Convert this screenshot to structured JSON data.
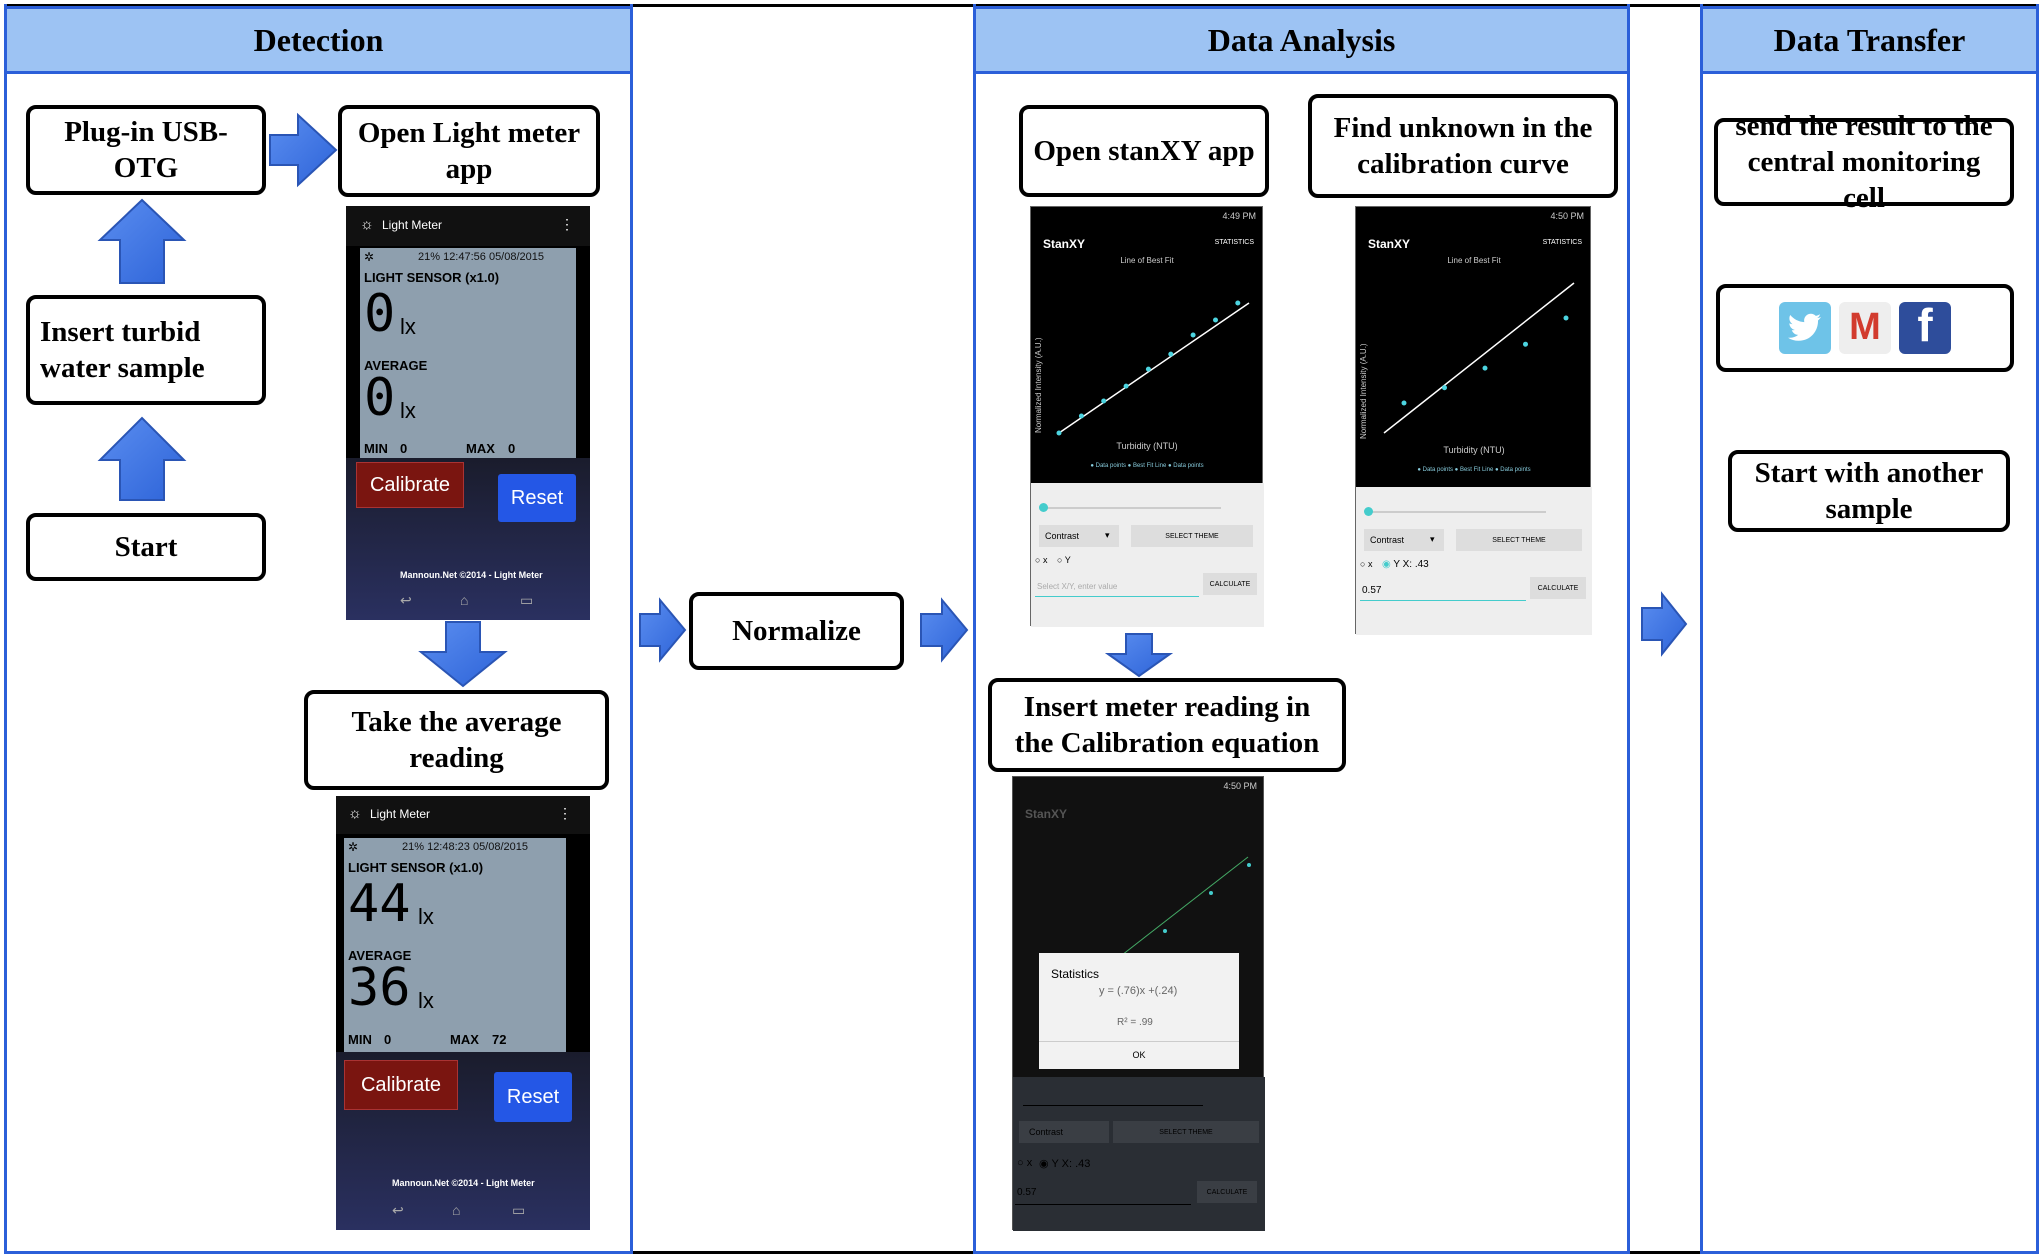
{
  "columns": {
    "detection": "Detection",
    "analysis": "Data Analysis",
    "transfer": "Data Transfer"
  },
  "steps": {
    "start": "Start",
    "insert_sample": "Insert turbid water sample",
    "plug_in": "Plug-in USB-OTG",
    "open_light_meter": "Open Light meter app",
    "take_average": "Take the average reading",
    "normalize": "Normalize",
    "open_stanxy": "Open stanXY app",
    "find_unknown": "Find unknown in the calibration curve",
    "insert_reading": "Insert meter reading in the Calibration equation",
    "send_result": "send the result to the central monitoring cell",
    "start_another": "Start with another sample"
  },
  "light_meter_1": {
    "app_title": "Light Meter",
    "status": "21% 12:47:56 05/08/2015",
    "sensor_label": "LIGHT SENSOR (x1.0)",
    "reading": "0",
    "unit": "lx",
    "average_label": "AVERAGE",
    "average": "0",
    "min_label": "MIN",
    "min": "0",
    "max_label": "MAX",
    "max": "0",
    "calibrate": "Calibrate",
    "reset": "Reset",
    "footer": "Mannoun.Net ©2014 - Light Meter"
  },
  "light_meter_2": {
    "app_title": "Light Meter",
    "status": "21% 12:48:23 05/08/2015",
    "sensor_label": "LIGHT SENSOR (x1.0)",
    "reading": "44",
    "unit": "lx",
    "average_label": "AVERAGE",
    "average": "36",
    "min_label": "MIN",
    "min": "0",
    "max_label": "MAX",
    "max": "72",
    "calibrate": "Calibrate",
    "reset": "Reset",
    "footer": "Mannoun.Net ©2014 - Light Meter"
  },
  "stanxy_1": {
    "time": "4:49 PM",
    "app": "StanXY",
    "menu": "STATISTICS",
    "plot_title": "Line of Best Fit",
    "xlabel": "Turbidity (NTU)",
    "ylabel": "Normalized Intensity (A.U.)",
    "legend": [
      "Data points",
      "Best Fit Line",
      "Data points"
    ],
    "theme": "Contrast",
    "select_theme": "SELECT THEME",
    "radio_x": "x",
    "radio_y": "Y",
    "input_placeholder": "Select X/Y, enter value",
    "calculate": "CALCULATE",
    "points": [
      [
        0.0,
        0.24
      ],
      [
        0.1,
        0.32
      ],
      [
        0.2,
        0.39
      ],
      [
        0.3,
        0.46
      ],
      [
        0.4,
        0.54
      ],
      [
        0.5,
        0.61
      ],
      [
        0.6,
        0.7
      ],
      [
        0.7,
        0.77
      ],
      [
        0.8,
        0.85
      ]
    ]
  },
  "stanxy_2": {
    "time": "4:50 PM",
    "app": "StanXY",
    "menu": "STATISTICS",
    "plot_title": "Line of Best Fit",
    "xlabel": "Turbidity (NTU)",
    "ylabel": "Normalized Intensity (A.U.)",
    "legend": [
      "Data points",
      "Best Fit Line",
      "Data points"
    ],
    "theme": "Contrast",
    "select_theme": "SELECT THEME",
    "radio_x": "x",
    "radio_y": "Y X: .43",
    "input_value": "0.57",
    "calculate": "CALCULATE",
    "points": [
      [
        0.1,
        0.29
      ],
      [
        0.2,
        0.36
      ],
      [
        0.3,
        0.45
      ],
      [
        0.4,
        0.56
      ],
      [
        0.5,
        0.68
      ]
    ]
  },
  "stanxy_3": {
    "time": "4:50 PM",
    "app": "StanXY",
    "dialog_title": "Statistics",
    "equation": "y = (.76)x +(.24)",
    "r2": "R² = .99",
    "ok": "OK",
    "theme": "Contrast",
    "select_theme": "SELECT THEME",
    "radio_x": "x",
    "radio_y": "Y X: .43",
    "input_value": "0.57",
    "calculate": "CALCULATE"
  },
  "share_icons": [
    "twitter-icon",
    "gmail-icon",
    "facebook-icon"
  ],
  "share_text": {
    "gmail": "M",
    "facebook": "f"
  }
}
